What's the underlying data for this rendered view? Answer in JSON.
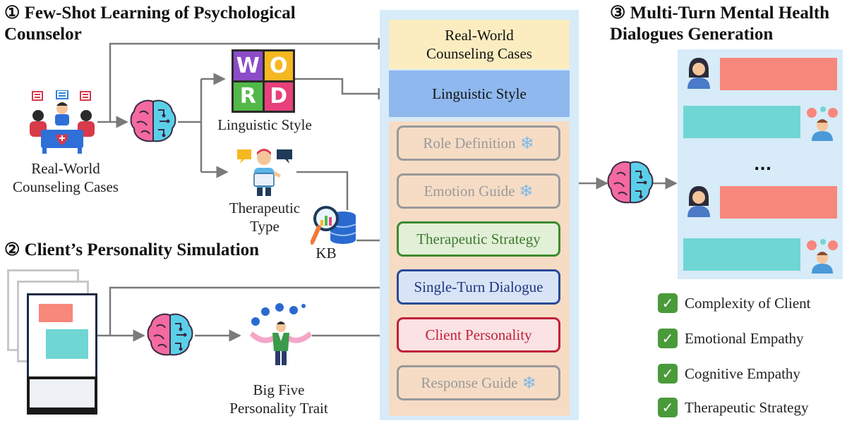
{
  "sections": {
    "s1": "① Few-Shot Learning of Psychological Counselor",
    "s1_line1": "① Few-Shot Learning of Psychological",
    "s1_line2": "Counselor",
    "s2": "② Client’s Personality Simulation",
    "s3_line1": "③ Multi-Turn Mental Health",
    "s3_line2": "Dialogues Generation"
  },
  "left": {
    "counseling_cases_line1": "Real-World",
    "counseling_cases_line2": "Counseling Cases",
    "linguistic_style": "Linguistic Style",
    "therapeutic_type_line1": "Therapeutic",
    "therapeutic_type_line2": "Type",
    "kb": "KB",
    "big_five_line1": "Big Five",
    "big_five_line2": "Personality Trait",
    "word_letters": [
      "W",
      "O",
      "R",
      "D"
    ]
  },
  "prompt": {
    "top_boxes": [
      {
        "line1": "Real-World",
        "line2": "Counseling Cases",
        "color": "#fbedc0"
      },
      {
        "line1": "Linguistic Style",
        "line2": "",
        "color": "#8fb8ee"
      }
    ],
    "pills": [
      {
        "label": "Role Definition",
        "frozen": true,
        "text_color": "#9a9a9a",
        "border_color": "#9a9a9a",
        "fill": "#f6dcc5"
      },
      {
        "label": "Emotion Guide",
        "frozen": true,
        "text_color": "#9a9a9a",
        "border_color": "#9a9a9a",
        "fill": "#f6dcc5"
      },
      {
        "label": "Therapeutic Strategy",
        "frozen": false,
        "text_color": "#3e7a2e",
        "border_color": "#3e8a2e",
        "fill": "#e2f0d8"
      },
      {
        "label": "Single-Turn Dialogue",
        "frozen": false,
        "text_color": "#1f3580",
        "border_color": "#2a4a9a",
        "fill": "#d8e4f6"
      },
      {
        "label": "Client Personality",
        "frozen": false,
        "text_color": "#c0213a",
        "border_color": "#c0213a",
        "fill": "#fbe2e4"
      },
      {
        "label": "Response Guide",
        "frozen": true,
        "text_color": "#9a9a9a",
        "border_color": "#9a9a9a",
        "fill": "#f6dcc5"
      }
    ],
    "snowflake": "❄"
  },
  "output": {
    "ellipsis": "...",
    "checks": [
      "Complexity of Client",
      "Emotional Empathy",
      "Cognitive Empathy",
      "Therapeutic Strategy"
    ],
    "check_mark": "✓"
  },
  "colors": {
    "panel_blue": "#d7ebf8",
    "panel_peach": "#f6dcc5",
    "client_bubble": "#f8877c",
    "counselor_bubble": "#70d6d4",
    "check_green": "#4a9a3a"
  },
  "icons": {
    "counseling": "counseling-session-icon",
    "brain": "brain-icon",
    "word_puzzle": "word-puzzle-icon",
    "therapist": "therapist-icon",
    "database": "knowledge-base-icon",
    "documents": "document-stack-icon",
    "personality": "personality-trait-icon",
    "client_avatar": "client-avatar-icon",
    "counselor_avatar": "counselor-avatar-icon"
  }
}
